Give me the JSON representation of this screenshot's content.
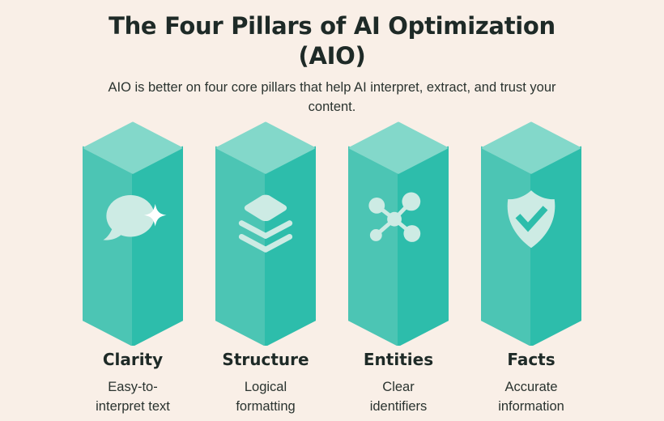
{
  "page": {
    "title_line1": "The Four Pillars of AI Optimization",
    "title_line2": "(AIO)",
    "subtitle": "AIO is better on four core pillars that help AI interpret, extract, and trust your content."
  },
  "colors": {
    "background": "#f9efe7",
    "text": "#1e2a27",
    "text_soft": "#2a332f",
    "pillar_face_left": "#4cc5b4",
    "pillar_face_right": "#2dbdab",
    "pillar_face_top": "#83d8ca",
    "icon_mint": "#cdebe4",
    "sparkle_white": "#ffffff"
  },
  "pillars": [
    {
      "icon": "chat-bubble-sparkle-icon",
      "title": "Clarity",
      "description": "Easy-to-interpret text"
    },
    {
      "icon": "layers-icon",
      "title": "Structure",
      "description": "Logical formatting"
    },
    {
      "icon": "network-nodes-icon",
      "title": "Entities",
      "description": "Clear identifiers"
    },
    {
      "icon": "shield-check-icon",
      "title": "Facts",
      "description": "Accurate information"
    }
  ]
}
